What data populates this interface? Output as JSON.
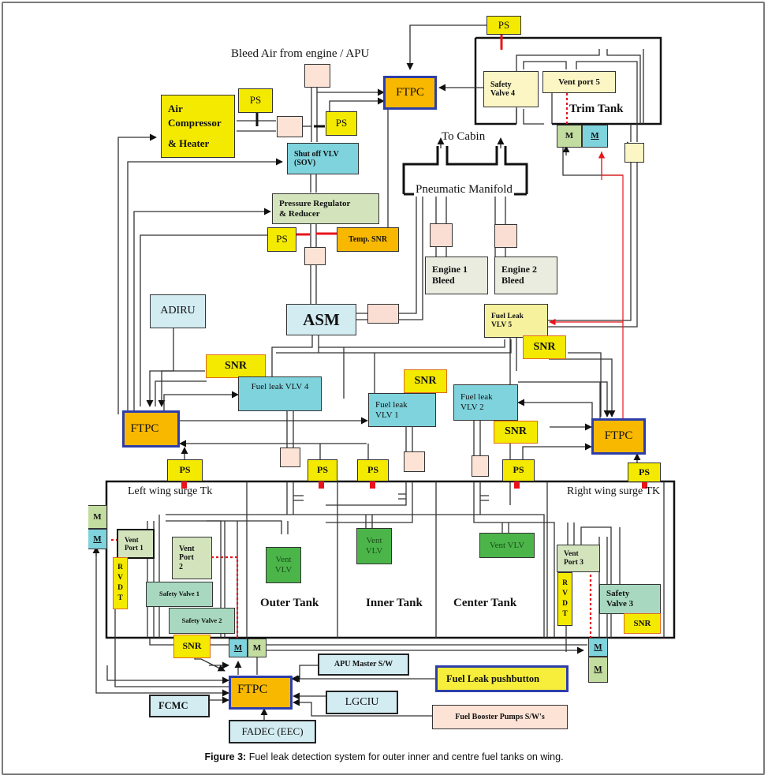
{
  "figure": {
    "caption_prefix": "Figure 3:",
    "caption_text": " Fuel leak detection system for outer inner and centre fuel tanks on wing."
  },
  "labels": {
    "bleed_air": "Bleed Air from engine / APU",
    "to_cabin": "To Cabin",
    "pneumatic_manifold": "Pneumatic Manifold",
    "trim_tank": "Trim Tank",
    "left_wing_surge": "Left wing surge Tk",
    "right_wing_surge": "Right wing surge TK",
    "outer_tank": "Outer Tank",
    "inner_tank": "Inner Tank",
    "center_tank": "Center Tank"
  },
  "components": {
    "air_compressor": [
      "Air",
      "Compressor",
      "& Heater"
    ],
    "ps": "PS",
    "ftpc": "FTPC",
    "shutoff_vlv": [
      "Shut off VLV",
      "(SOV)"
    ],
    "pressure_regulator": [
      "Pressure Regulator",
      "& Reducer"
    ],
    "temp_snr": "Temp. SNR",
    "adiru": "ADIRU",
    "asm": "ASM",
    "safety_valve_4": [
      "Safety",
      "Valve 4"
    ],
    "vent_port_5": "Vent port 5",
    "motor": "M",
    "engine1_bleed": [
      "Engine 1",
      "Bleed"
    ],
    "engine2_bleed": [
      "Engine 2",
      "Bleed"
    ],
    "fuel_leak_vlv5": [
      "Fuel Leak",
      "VLV 5"
    ],
    "snr": "SNR",
    "fuel_leak_vlv4": "Fuel leak VLV 4",
    "fuel_leak_vlv1": [
      "Fuel leak",
      "VLV 1"
    ],
    "fuel_leak_vlv2": [
      "Fuel leak",
      "VLV 2"
    ],
    "vent_port_1": [
      "Vent",
      "Port 1"
    ],
    "vent_port_2": [
      "Vent",
      "Port",
      "2"
    ],
    "vent_port_3": [
      "Vent",
      "Port 3"
    ],
    "rvdt": [
      "R",
      "V",
      "D",
      "T"
    ],
    "safety_valve_1": "Safety Valve 1",
    "safety_valve_2": "Safety Valve 2",
    "safety_valve_3": [
      "Safety",
      "Valve 3"
    ],
    "vent_vlv": [
      "Vent",
      "VLV"
    ],
    "vent_vlv_center": "Vent VLV",
    "apu_master": "APU Master S/W",
    "fuel_leak_pushbutton": "Fuel Leak pushbutton",
    "fcmc": "FCMC",
    "lgciu": "LGCIU",
    "fadec": "FADEC (EEC)",
    "fuel_booster_pumps": "Fuel Booster Pumps   S/W's"
  },
  "colors": {
    "ftpc_fill": "#f9b800",
    "ftpc_border": "#2d3ea8",
    "sensor_yellow": "#f4ea00",
    "valve_cyan": "#7fd3dd",
    "vent_green": "#4cb54a",
    "signal_red": "#e8141b"
  }
}
